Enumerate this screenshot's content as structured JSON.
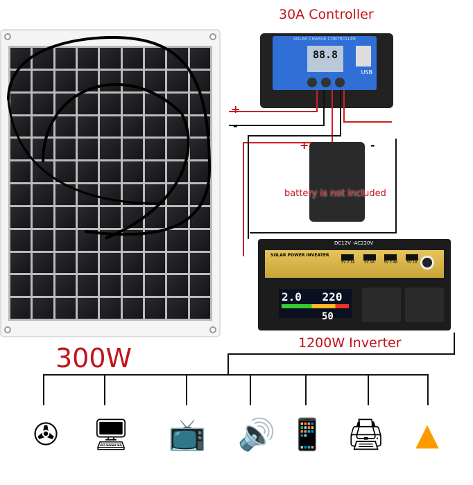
{
  "labels": {
    "controller": "30A Controller",
    "battery_note": "battery is not included",
    "inverter": "1200W Inverter",
    "panel_power": "300W",
    "plus": "+",
    "minus": "-"
  },
  "controller": {
    "header": "SOLAR CHARGE CONTROLLER",
    "display": "88.8",
    "usb": "USB"
  },
  "inverter": {
    "header": "SOLAR POWER INVEATER",
    "voltage": "DC12V -AC220V",
    "usb_ports": [
      "5V 2.1A",
      "5V 1A",
      "5V 2.4A",
      "5V 1A"
    ],
    "display_in": "2.0",
    "display_out": "220",
    "display_freq": "50"
  },
  "accent_color": "#c0141c",
  "appliances": [
    "fan-icon",
    "desktop-computer-icon",
    "tv-icon",
    "speaker-icon",
    "smartphone-icon",
    "printer-icon",
    "lamp-icon"
  ]
}
